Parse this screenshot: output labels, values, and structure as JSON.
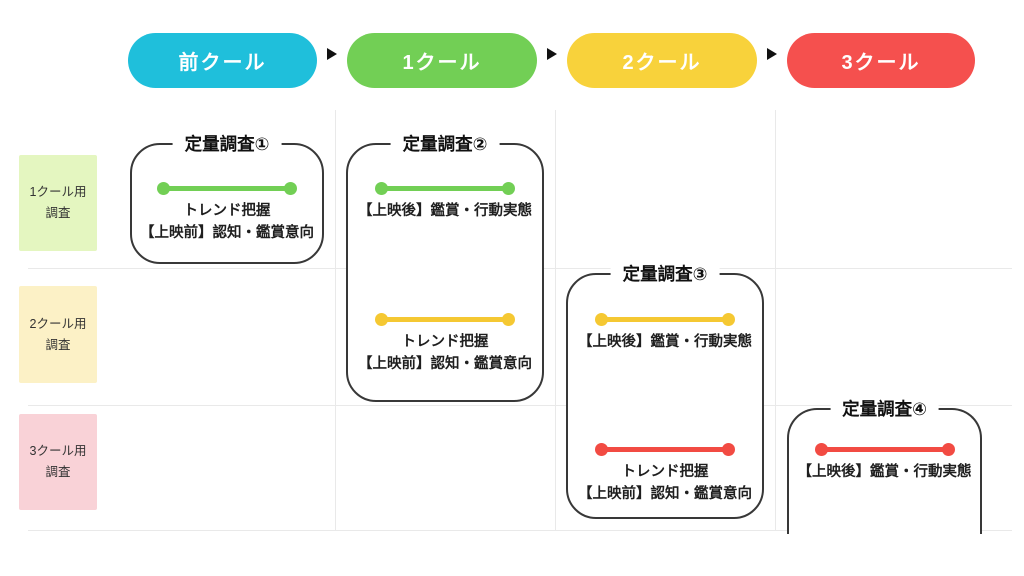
{
  "header": {
    "pills": [
      {
        "label": "前クール",
        "bg": "#1FBFDB"
      },
      {
        "label": "1クール",
        "bg": "#72CF55"
      },
      {
        "label": "2クール",
        "bg": "#F8D23B"
      },
      {
        "label": "3クール",
        "bg": "#F5504E"
      }
    ]
  },
  "row_labels": [
    {
      "line1": "1クール用",
      "line2": "調査",
      "bg": "#E4F6C0"
    },
    {
      "line1": "2クール用",
      "line2": "調査",
      "bg": "#FCF1C6"
    },
    {
      "line1": "3クール用",
      "line2": "調査",
      "bg": "#F9D2D7"
    }
  ],
  "callouts": [
    {
      "title": "定量調査①",
      "segments": [
        {
          "color": "#72CF55",
          "lines": [
            "トレンド把握",
            "【上映前】認知・鑑賞意向"
          ]
        }
      ]
    },
    {
      "title": "定量調査②",
      "segments": [
        {
          "color": "#72CF55",
          "lines": [
            "【上映後】鑑賞・行動実態"
          ]
        },
        {
          "color": "#F5C832",
          "lines": [
            "トレンド把握",
            "【上映前】認知・鑑賞意向"
          ]
        }
      ]
    },
    {
      "title": "定量調査③",
      "segments": [
        {
          "color": "#F5C832",
          "lines": [
            "【上映後】鑑賞・行動実態"
          ]
        },
        {
          "color": "#F24B43",
          "lines": [
            "トレンド把握",
            "【上映前】認知・鑑賞意向"
          ]
        }
      ]
    },
    {
      "title": "定量調査④",
      "segments": [
        {
          "color": "#F24B43",
          "lines": [
            "【上映後】鑑賞・行動実態"
          ]
        }
      ]
    }
  ],
  "colors": {
    "grid_line": "#e9e9e9",
    "box_border": "#383838",
    "arrow": "#111111"
  }
}
